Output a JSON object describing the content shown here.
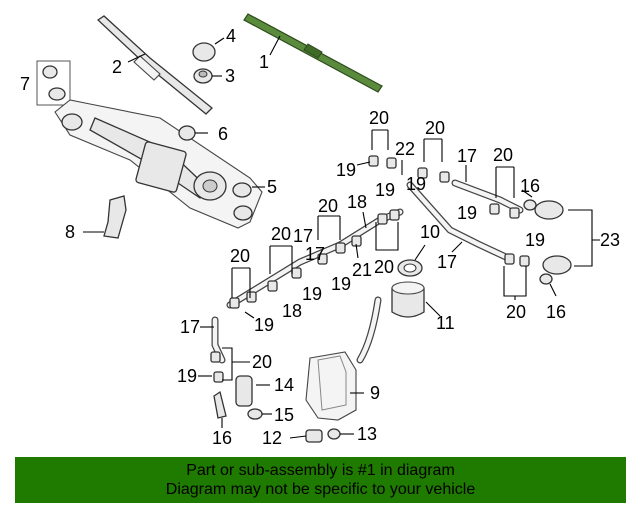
{
  "callouts": {
    "c1": "1",
    "c2": "2",
    "c3": "3",
    "c4": "4",
    "c5": "5",
    "c6": "6",
    "c7": "7",
    "c8": "8",
    "c9": "9",
    "c10": "10",
    "c11": "11",
    "c12": "12",
    "c13": "13",
    "c14": "14",
    "c15": "15",
    "c16": "16",
    "c17": "17",
    "c18": "18",
    "c19": "19",
    "c20": "20",
    "c21": "21",
    "c22": "22",
    "c23": "23"
  },
  "banner": {
    "line1": "Part or sub-assembly is #1 in diagram",
    "line2": "Diagram may not be specific to your vehicle"
  },
  "colors": {
    "highlight_part": "#5a8a3c",
    "banner_bg": "#1f7a00"
  }
}
